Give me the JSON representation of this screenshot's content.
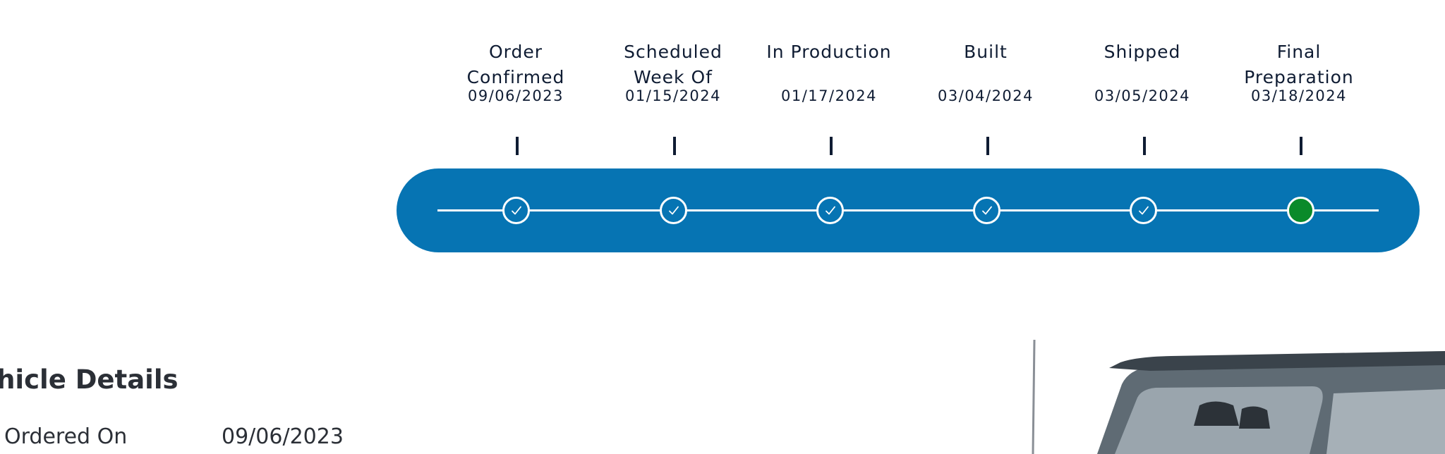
{
  "tracker": {
    "steps": [
      {
        "label": "Order Confirmed",
        "date": "09/06/2023",
        "status": "complete"
      },
      {
        "label": "Scheduled Week Of",
        "date": "01/15/2024",
        "status": "complete"
      },
      {
        "label": "In Production",
        "date": "01/17/2024",
        "status": "complete"
      },
      {
        "label": "Built",
        "date": "03/04/2024",
        "status": "complete"
      },
      {
        "label": "Shipped",
        "date": "03/05/2024",
        "status": "complete"
      },
      {
        "label": "Final Preparation",
        "date": "03/18/2024",
        "status": "current"
      }
    ],
    "colors": {
      "track": "#0674b3",
      "current": "#0a8a2a",
      "text": "#0f1c33"
    }
  },
  "vehicle_details": {
    "title": "ehicle Details",
    "ordered_on_label": "Ordered On",
    "ordered_on_value": "09/06/2023"
  },
  "icons": {
    "step_complete": "check-icon",
    "step_current": "current-dot-icon"
  }
}
